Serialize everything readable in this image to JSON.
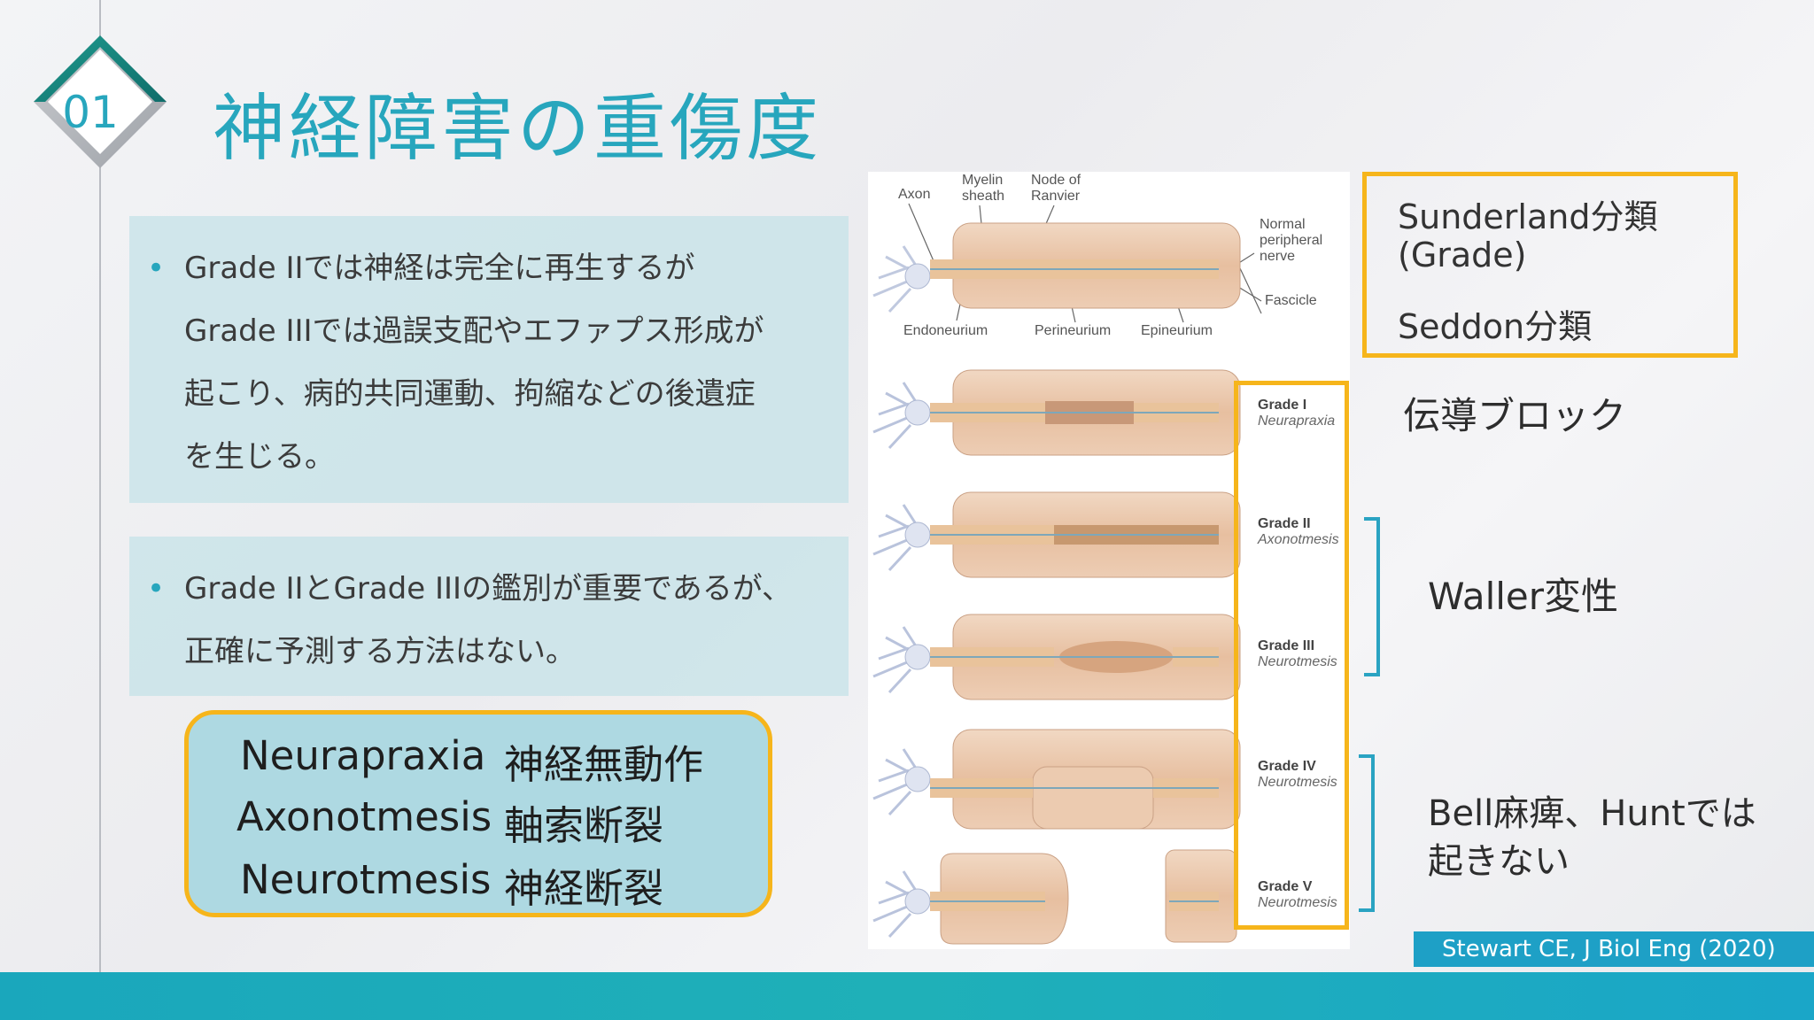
{
  "slide": {
    "number": "01",
    "title": "神経障害の重傷度"
  },
  "bullets_box1": {
    "lines": [
      "Grade IIでは神経は完全に再生するが",
      "Grade IIIでは過誤支配やエファプス形成が",
      "起こり、病的共同運動、拘縮などの後遺症",
      "を生じる。"
    ]
  },
  "bullets_box2": {
    "lines": [
      "Grade IIとGrade IIIの鑑別が重要であるが、",
      "正確に予測する方法はない。"
    ]
  },
  "terms": [
    {
      "en": "Neurapraxia",
      "ja": "神経無動作"
    },
    {
      "en": "Axonotmesis",
      "ja": "軸索断裂"
    },
    {
      "en": "Neurotmesis",
      "ja": "神経断裂"
    }
  ],
  "figure": {
    "labels": {
      "axon": "Axon",
      "myelin1": "Myelin",
      "myelin2": "sheath",
      "node1": "Node of",
      "node2": "Ranvier",
      "normal1": "Normal",
      "normal2": "peripheral",
      "normal3": "nerve",
      "fascicle": "Fascicle",
      "endoneurium": "Endoneurium",
      "perineurium": "Perineurium",
      "epineurium": "Epineurium"
    },
    "grades": [
      {
        "grade": "Grade I",
        "type": "Neurapraxia"
      },
      {
        "grade": "Grade II",
        "type": "Axonotmesis"
      },
      {
        "grade": "Grade III",
        "type": "Neurotmesis"
      },
      {
        "grade": "Grade IV",
        "type": "Neurotmesis"
      },
      {
        "grade": "Grade V",
        "type": "Neurotmesis"
      }
    ]
  },
  "classification": {
    "line1": "Sunderland分類",
    "line2": "(Grade)",
    "line3": "Seddon分類"
  },
  "side_labels": {
    "conduction_block": "伝導ブロック",
    "waller": "Waller変性",
    "bell_line1": "Bell麻痺、Huntでは",
    "bell_line2": "起きない"
  },
  "citation": "Stewart CE,  J Biol Eng (2020)",
  "colors": {
    "accent": "#27a6bd",
    "highlight": "#f6b51b",
    "bracket": "#2aa3c2",
    "box_fill": "#c4e2e8",
    "term_fill": "#aed9e2"
  }
}
